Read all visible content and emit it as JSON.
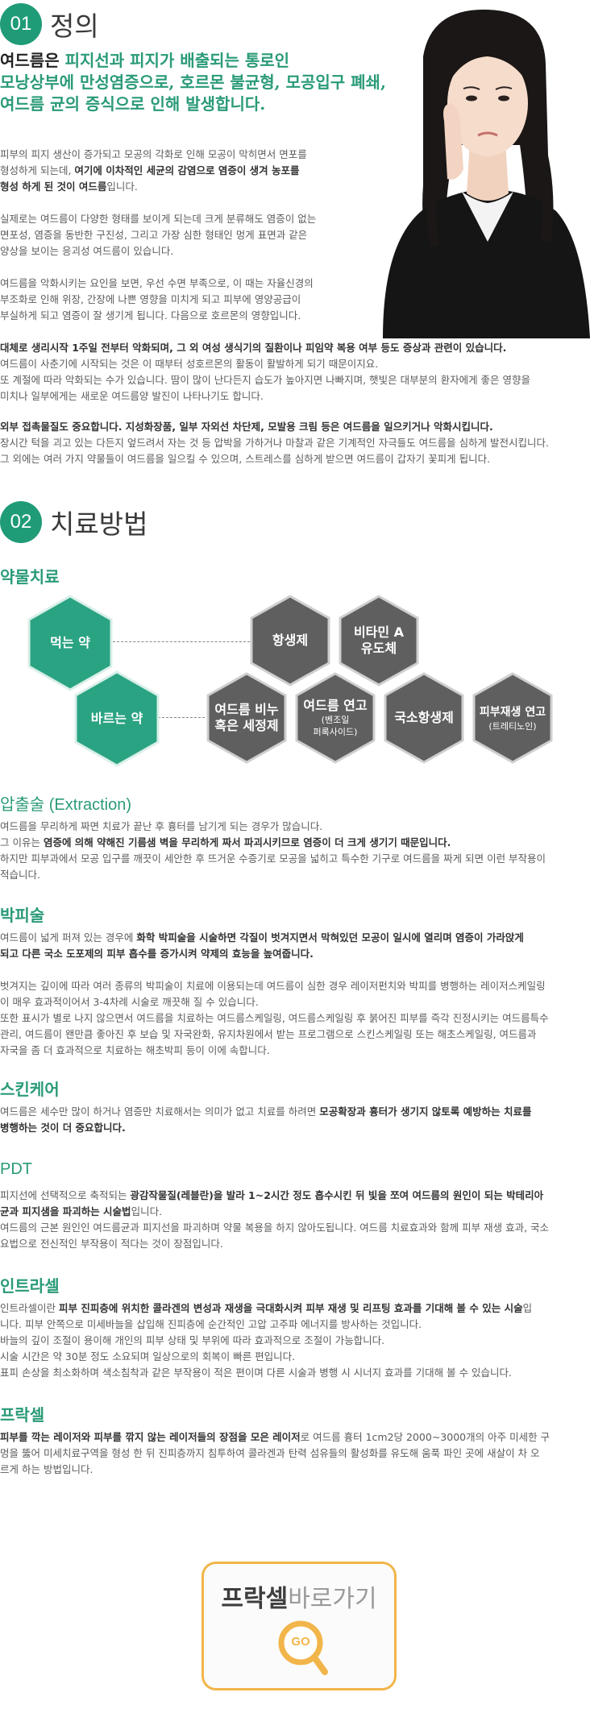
{
  "section1": {
    "number": "01",
    "title": "정의",
    "lead_lines": [
      {
        "pre": "여드름은 ",
        "hl": "피지선과 피지가 배출되는 통로인"
      },
      {
        "pre": "",
        "hl": "모낭상부에 만성염증으로, 호르몬 불균형, 모공입구 폐쇄,"
      },
      {
        "pre": "",
        "hl": "여드름 균의 증식으로 인해 발생합니다."
      }
    ],
    "p1": [
      "피부의 피지 생산이 증가되고 모공의 각화로 인해 모공이 막히면서 면포를",
      "형성하게 되는데, ",
      "여기에 이차적인 세균의 감염으로 염증이 생겨 농포를",
      "형성 하게 된 것이 여드름",
      "입니다."
    ],
    "p2": [
      "실제로는 여드름이 다양한 형태를 보이게 되는데 크게 분류해도 염증이 없는",
      "면포성, 염증을 동반한 구진성, 그리고 가장 심한 형태인 멍게 표면과 같은",
      "양상을 보이는 응괴성 여드름이 있습니다."
    ],
    "p3": [
      "여드름을 악화시키는 요인을 보면, 우선 수면 부족으로, 이 때는 자율신경의",
      "부조화로 인해 위장, 간장에 나쁜 영향을 미치게 되고 피부에 영양공급이",
      "부실하게 되고 염증이 잘 생기게 됩니다. 다음으로 호르몬의 영향입니다."
    ],
    "p4": [
      "대체로 생리시작 1주일 전부터 악화되며, 그 외 여성 생식기의 질환이나 피임약 복용 여부 등도 증상과 관련이 있습니다.",
      "여드름이 사춘기에 시작되는 것은 이 때부터 성호르몬의 활동이 활발하게 되기 때문이지요.",
      "또 계절에 따라 악화되는 수가 있습니다. 땀이 많이 난다든지 습도가 높아지면 나빠지며, 햇빛은 대부분의 환자에게 좋은 영향을",
      "미치나 일부에게는 새로운 여드름양 발진이 나타나기도 합니다."
    ],
    "p5": [
      "외부 접촉물질도 중요합니다. 지성화장품, 일부 자외선 차단제, 모발용 크림 등은 여드름을 일으키거나 악화시킵니다.",
      "장시간 턱을 괴고 있는 다든지 엎드려서 자는 것 등 압박을 가하거나 마찰과 같은 기계적인 자극들도 여드름을 심하게 발전시킵니다.",
      "그 외에는 여러 가지 약물들이 여드름을 일으킬 수 있으며, 스트레스를 심하게 받으면 여드름이 갑자기 꽃피게 됩니다."
    ]
  },
  "section2": {
    "number": "02",
    "title": "치료방법",
    "drug": {
      "title": "약물치료",
      "oral": "먹는 약",
      "topical": "바르는 약",
      "oral_items": [
        {
          "line1": "항생제",
          "line2": "",
          "note": ""
        },
        {
          "line1": "비타민 A",
          "line2": "유도체",
          "note": ""
        }
      ],
      "topical_items": [
        {
          "line1": "여드름 비누",
          "line2": "혹은 세정제",
          "note": ""
        },
        {
          "line1": "여드름 연고",
          "line2": "",
          "note": "(벤조일",
          "note2": "퍼록사이드)"
        },
        {
          "line1": "국소항생제",
          "line2": "",
          "note": ""
        },
        {
          "line1": "피부재생 연고",
          "line2": "",
          "note": "(트레티노인)"
        }
      ],
      "colors": {
        "green": "#2aa383",
        "gray": "#5f5f5f"
      }
    },
    "extraction": {
      "title": "압출술 (Extraction)",
      "l1": "여드름을 무리하게 짜면 치료가 끝난 후 흉터를 남기게 되는 경우가 많습니다.",
      "l2a": "그 이유는 ",
      "l2b": "염증에 의해 약해진 기름샘 벽을 무리하게 짜서 파괴시키므로 염증이 더 크게 생기기 때문입니다.",
      "l3": "하지만 피부과에서 모공 입구를 깨끗이 세안한 후 뜨거운 수증기로 모공을 넓히고 특수한 기구로 여드름을 짜게 되면 이런 부작용이",
      "l4": "적습니다."
    },
    "peel": {
      "title": "박피술",
      "l1a": "여드름이 넓게 퍼져 있는 경우에 ",
      "l1b": "화학 박피술을 시술하면 각질이 벗겨지면서 막혀있던 모공이 일시에 열리며 염증이 가라앉게",
      "l2b": "되고 다른 국소 도포제의 피부 흡수를 증가시켜 약제의 효능을 높여줍니다.",
      "l3": "벗겨지는 깊이에 따라 여러 종류의 박피술이 치료에 이용되는데 여드름이 심한 경우 레이저펀치와 박피를 병행하는 레이저스케일링",
      "l4": "이 매우 효과적이어서 3-4차례 시술로 깨끗해 질 수 있습니다.",
      "l5": "또한 표시가 별로 나지 않으면서 여드름을 치료하는 여드름스케일링, 여드름스케일링 후 붉어진 피부를 즉각 진정시키는 여드름특수",
      "l6": "관리, 여드름이 왠만큼 좋아진 후 보습 및 자국완화, 유지차원에서 받는 프로그램으로 스킨스케일링 또는 해초스케일링, 여드름과",
      "l7": "자국을 좀 더 효과적으로 치료하는 해초박피 등이 이에 속합니다."
    },
    "skincare": {
      "title": "스킨케어",
      "l1a": "여드름은 세수만 많이 하거나 염증만 치료해서는 의미가 없고 치료를 하려면 ",
      "l1b": "모공확장과 흉터가 생기지 않토록 예방하는 치료를",
      "l2b": "병행하는 것이 더 중요합니다."
    },
    "pdt": {
      "title": "PDT",
      "l1a": "피지선에 선택적으로 축적되는 ",
      "l1b": "광감작물질(레블란)을 발라 1~2시간 정도 흡수시킨 뒤 빛을 쪼여 여드름의 원인이 되는 박테리아",
      "l2b": "균과 피지샘을 파괴하는 시술법",
      "l2c": "입니다.",
      "l3": "여드름의 근본 원인인 여드름균과 피지선을 파괴하며 약물 복용을 하지 않아도됩니다. 여드름 치료효과와 함께 피부 재생 효과, 국소",
      "l4": "요법으로 전신적인 부작용이 적다는 것이 장점입니다."
    },
    "intracel": {
      "title": "인트라셀",
      "l1a": "인트라셀이란 ",
      "l1b": "피부 진피층에 위치한 콜라겐의 변성과 재생을 극대화시켜 피부 재생 및 리프팅 효과를 기대해 볼 수 있는 시술",
      "l1c": "입",
      "l2": "니다. 피부 안쪽으로 미세바늘을 삽입해 진피층에 순간적인 고압 고주파 에너지를 방사하는 것입니다.",
      "l3": "바늘의 깊이 조절이 용이해 개인의 피부 상태 및 부위에 따라 효과적으로 조절이 가능합니다.",
      "l4": "시술 시간은 약 30분 정도 소요되며 일상으로의 회복이 빠른 편입니다.",
      "l5": "표피 손상을 최소화하며 색소침착과 같은 부작용이 적은 편이며 다른 시술과 병행 시 시너지 효과를 기대해 볼 수 있습니다."
    },
    "fraxel": {
      "title": "프락셀",
      "l1a": "피부를 깍는 레이저와 피부를 깎지 않는 레이저들의 장점을 모은 레이저",
      "l1b": "로 여드름 흉터 1cm2당 2000~3000개의 아주 미세한 구",
      "l2": "멍을 뚫어 미세치료구역을 형성 한 뒤 진피층까지 침투하여 콜라겐과 탄력 섬유들의 활성화를 유도해 움푹 파인 곳에 새살이 차 오",
      "l3": "르게 하는 방법입니다."
    }
  },
  "cta": {
    "title_bold": "프락셀",
    "title_rest": "바로가기",
    "go": "GO",
    "accent": "#f2b54a"
  }
}
